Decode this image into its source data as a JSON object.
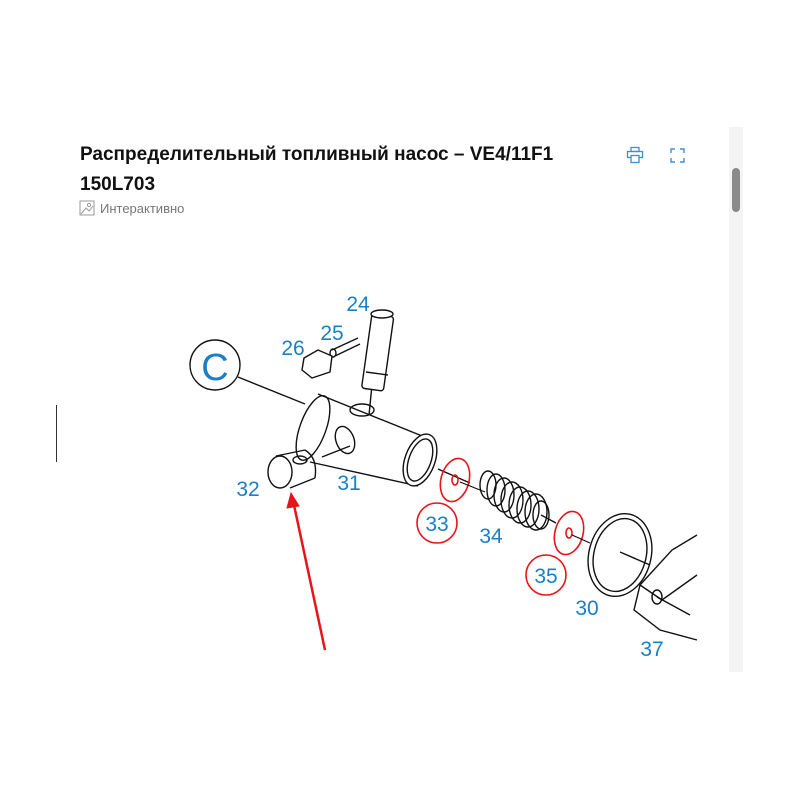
{
  "header": {
    "title": "Распределительный топливный насос – VE4/11F1 150L703",
    "mode_label": "Интерактивно"
  },
  "toolbar": {
    "print_icon": "printer-icon",
    "fullscreen_icon": "expand-icon"
  },
  "diagram": {
    "section_label": "C",
    "part_labels": [
      "24",
      "25",
      "26",
      "31",
      "32",
      "34",
      "30",
      "37"
    ],
    "highlighted_labels": [
      "33",
      "35"
    ],
    "colors": {
      "label": "#1a7fc4",
      "highlight": "#e8141b",
      "line": "#111111"
    }
  }
}
